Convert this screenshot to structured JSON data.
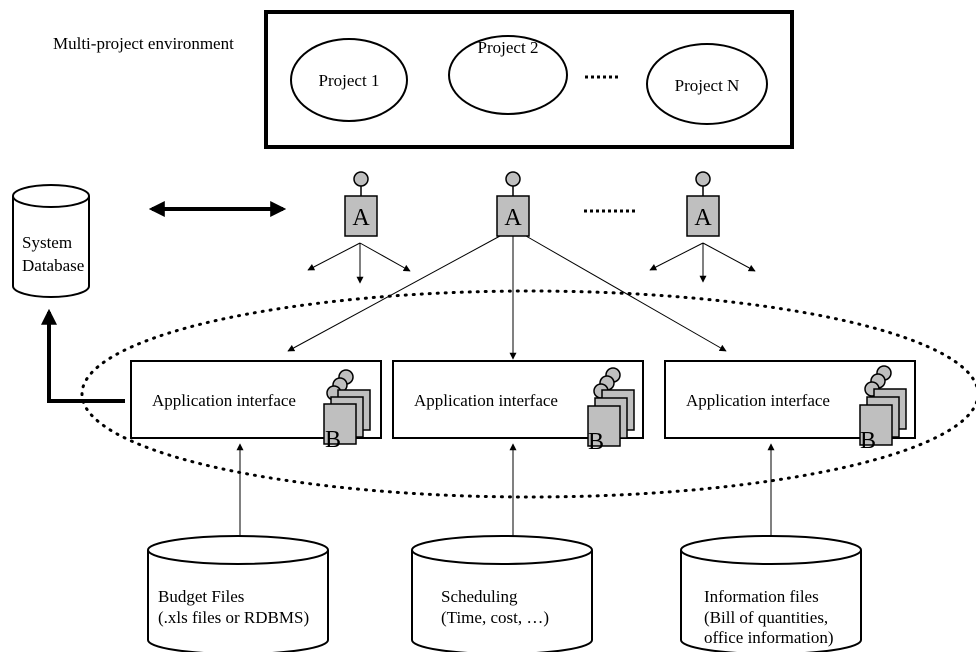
{
  "environment_label": "Multi-project environment",
  "projects": [
    "Project 1",
    "Project 2",
    "Project N"
  ],
  "agent_letter": "A",
  "sub_agent_letter": "B",
  "database": {
    "line1": "System",
    "line2": "Database"
  },
  "interfaces": [
    {
      "label": "Application interface"
    },
    {
      "label": "Application interface"
    },
    {
      "label": "Application interface"
    }
  ],
  "sources": [
    {
      "line1": "Budget Files",
      "line2": "(.xls files or RDBMS)"
    },
    {
      "line1": "Scheduling",
      "line2": "(Time, cost, …)"
    },
    {
      "line1": "Information files",
      "line2": "(Bill of quantities,",
      "line3": "office information)"
    }
  ],
  "colors": {
    "agent_fill": "#bfbfbf",
    "line": "#000000",
    "background": "#ffffff"
  }
}
